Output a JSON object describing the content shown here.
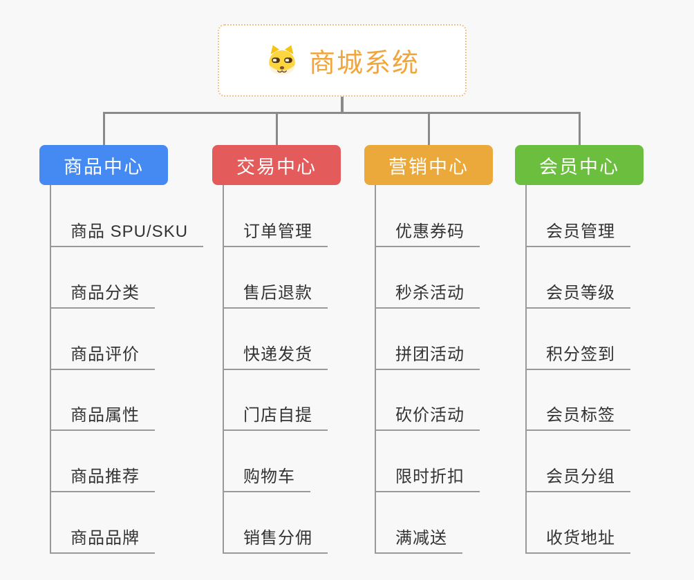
{
  "root": {
    "title": "商城系统",
    "icon": "dog-face-icon"
  },
  "branches": [
    {
      "label": "商品中心",
      "color": "#4589f2",
      "items": [
        "商品 SPU/SKU",
        "商品分类",
        "商品评价",
        "商品属性",
        "商品推荐",
        "商品品牌"
      ]
    },
    {
      "label": "交易中心",
      "color": "#e45b5b",
      "items": [
        "订单管理",
        "售后退款",
        "快递发货",
        "门店自提",
        "购物车",
        "销售分佣"
      ]
    },
    {
      "label": "营销中心",
      "color": "#eaa93a",
      "items": [
        "优惠券码",
        "秒杀活动",
        "拼团活动",
        "砍价活动",
        "限时折扣",
        "满减送"
      ]
    },
    {
      "label": "会员中心",
      "color": "#6cbe3e",
      "items": [
        "会员管理",
        "会员等级",
        "积分签到",
        "会员标签",
        "会员分组",
        "收货地址"
      ]
    }
  ],
  "colors": {
    "page_bg": "#f8f8f8",
    "connector": "#8a8a8a",
    "leaf_line": "#999999",
    "leaf_text": "#333333",
    "node_text": "#ffffff",
    "root_border": "#f2c385",
    "root_title": "#f0a63c",
    "dog_yellow": "#fcd53f",
    "dog_ear": "#f7c413",
    "dog_muzzle": "#fdf3dc",
    "dog_dark": "#4a3413"
  }
}
